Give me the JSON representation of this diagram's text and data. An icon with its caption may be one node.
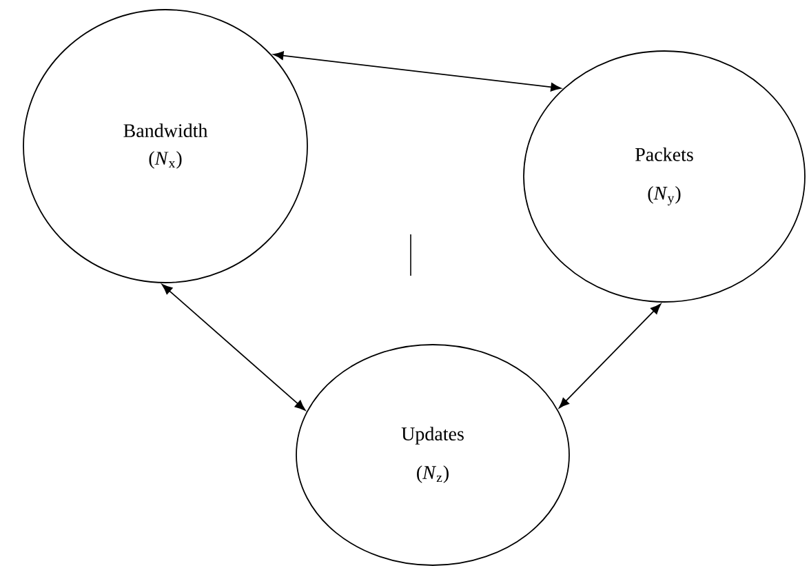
{
  "diagram": {
    "nodes": [
      {
        "text": [
          "Bandwidth",
          "(*N*$_{x}$)"
        ]
      },
      {
        "text": [
          "Packets",
          "(*N*$_{y}$)"
        ]
      },
      {
        "text": [
          "Updates",
          "(*N*$_{z}$)"
        ]
      }
    ],
    "edges": [
      {
        "from": 0,
        "to": 1,
        "arrow": "both"
      },
      {
        "from": 0,
        "to": 2,
        "arrow": "both"
      },
      {
        "from": 1,
        "to": 2,
        "arrow": "both"
      }
    ]
  }
}
